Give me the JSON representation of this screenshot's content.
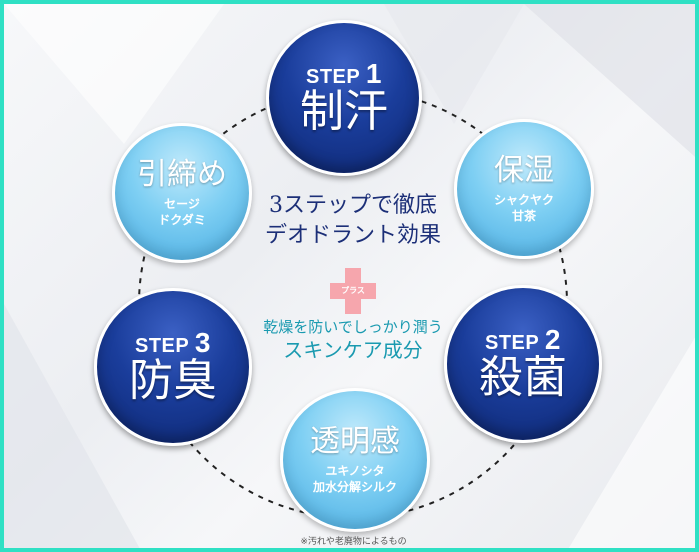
{
  "steps": {
    "step1": {
      "label": "STEP",
      "num": "1",
      "title": "制汗"
    },
    "step2": {
      "label": "STEP",
      "num": "2",
      "title": "殺菌"
    },
    "step3": {
      "label": "STEP",
      "num": "3",
      "title": "防臭"
    }
  },
  "features": {
    "hikishime": {
      "title": "引締め",
      "sub1": "セージ",
      "sub2": "ドクダミ"
    },
    "hoshitsu": {
      "title": "保湿",
      "sub1": "シャクヤク",
      "sub2": "甘茶"
    },
    "toumeikan": {
      "title": "透明感",
      "sub1": "ユキノシタ",
      "sub2": "加水分解シルク"
    }
  },
  "center": {
    "head1": "3ステップで徹底",
    "head2": "デオドラント効果",
    "plus": "プラス",
    "sub1": "乾燥を防いでしっかり潤う",
    "sub2": "スキンケア成分"
  },
  "note": "※汚れや老廃物によるもの",
  "colors": {
    "border": "#2fe0c4",
    "step": "#1a3d9b",
    "light": "#7ecff3",
    "text_dark": "#1c2f78",
    "text_teal": "#1a9ab0",
    "plus": "#f6a6ad"
  }
}
